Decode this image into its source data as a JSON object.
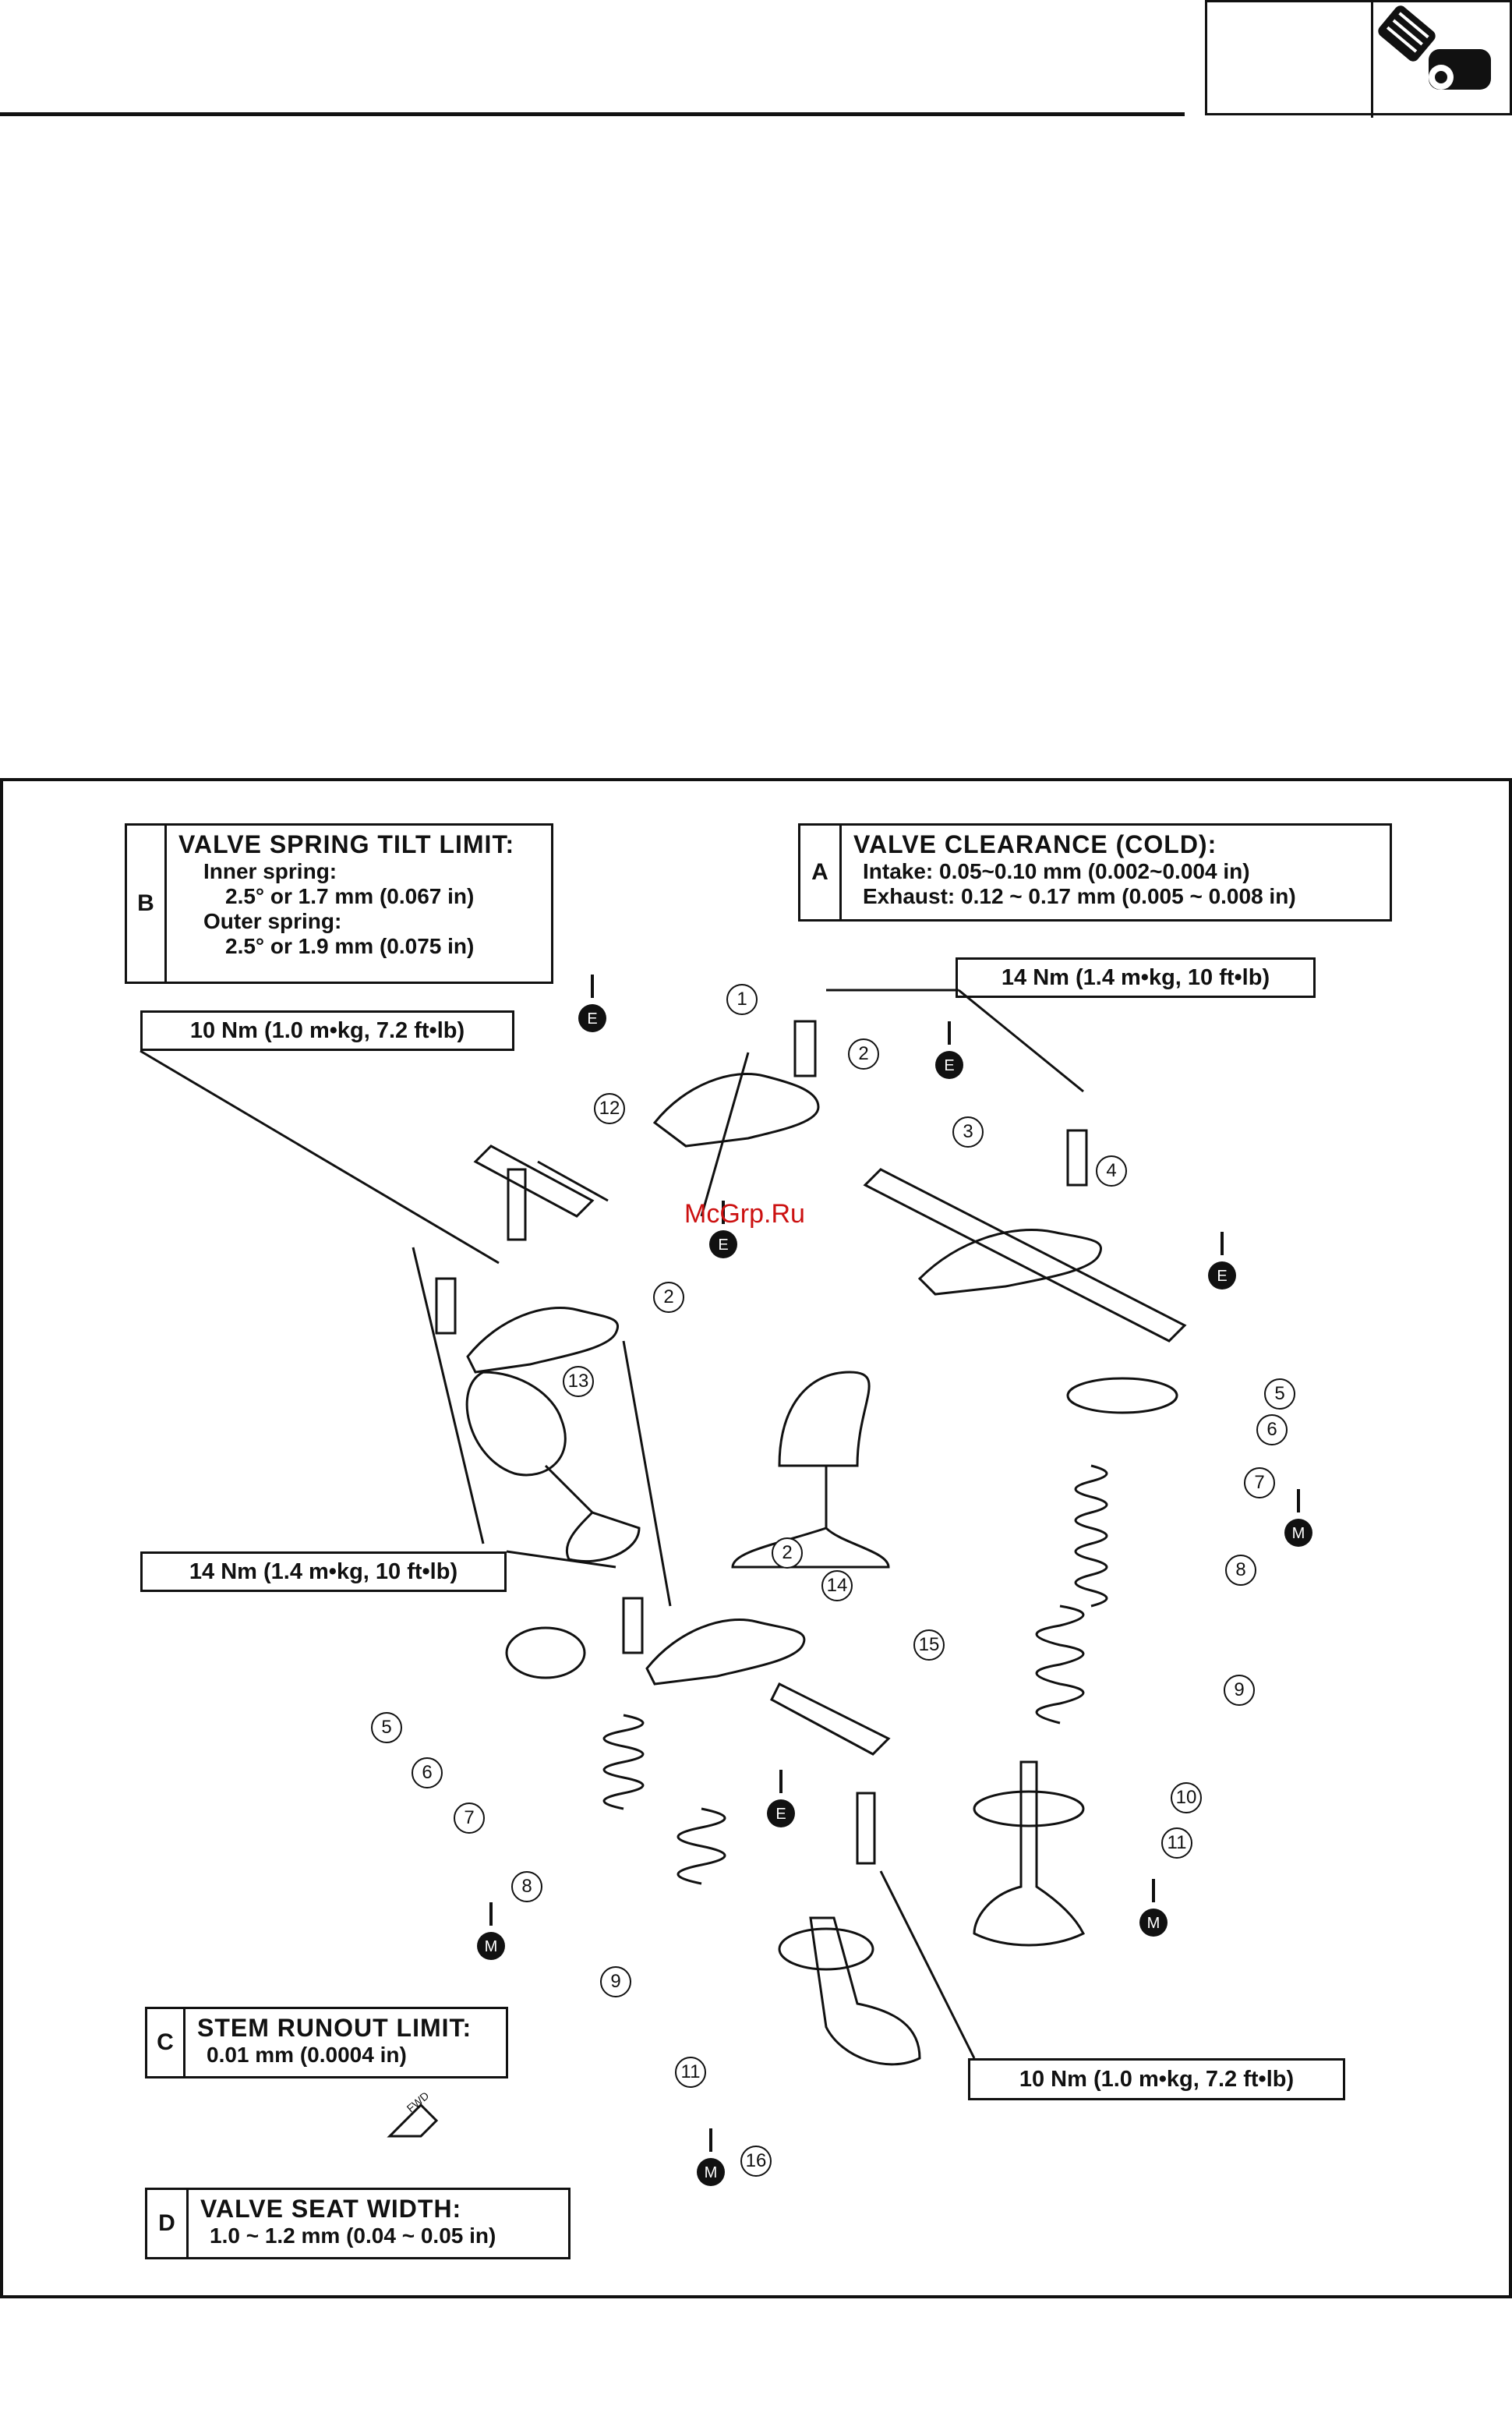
{
  "header": {
    "icon": "engine-cylinder-head-icon"
  },
  "specs": {
    "b": {
      "letter": "B",
      "title": "VALVE SPRING TILT LIMIT:",
      "l1": "Inner spring:",
      "l2": "2.5° or 1.7 mm (0.067 in)",
      "l3": "Outer spring:",
      "l4": "2.5° or 1.9 mm (0.075 in)"
    },
    "a": {
      "letter": "A",
      "title": "VALVE CLEARANCE (COLD):",
      "l1": "Intake: 0.05~0.10 mm (0.002~0.004 in)",
      "l2": "Exhaust: 0.12 ~ 0.17 mm (0.005 ~ 0.008 in)"
    },
    "c": {
      "letter": "C",
      "title": "STEM RUNOUT LIMIT:",
      "l1": "0.01 mm (0.0004 in)"
    },
    "d": {
      "letter": "D",
      "title": "VALVE SEAT WIDTH:",
      "l1": "1.0 ~ 1.2 mm (0.04 ~ 0.05 in)"
    }
  },
  "torques": {
    "t1": "14 Nm (1.4 m•kg, 10 ft•lb)",
    "t2": "10 Nm (1.0 m•kg, 7.2 ft•lb)",
    "t3": "14 Nm (1.4 m•kg, 10 ft•lb)",
    "t4": "10 Nm (1.0 m•kg, 7.2 ft•lb)"
  },
  "callouts": [
    "1",
    "2",
    "3",
    "4",
    "5",
    "6",
    "7",
    "8",
    "9",
    "10",
    "11",
    "12",
    "13",
    "2",
    "2",
    "14",
    "15",
    "5",
    "6",
    "7",
    "8",
    "9",
    "11",
    "16"
  ],
  "markers": {
    "e": "E",
    "m": "M"
  },
  "watermark": "McGrp.Ru",
  "fwd": "FWD"
}
